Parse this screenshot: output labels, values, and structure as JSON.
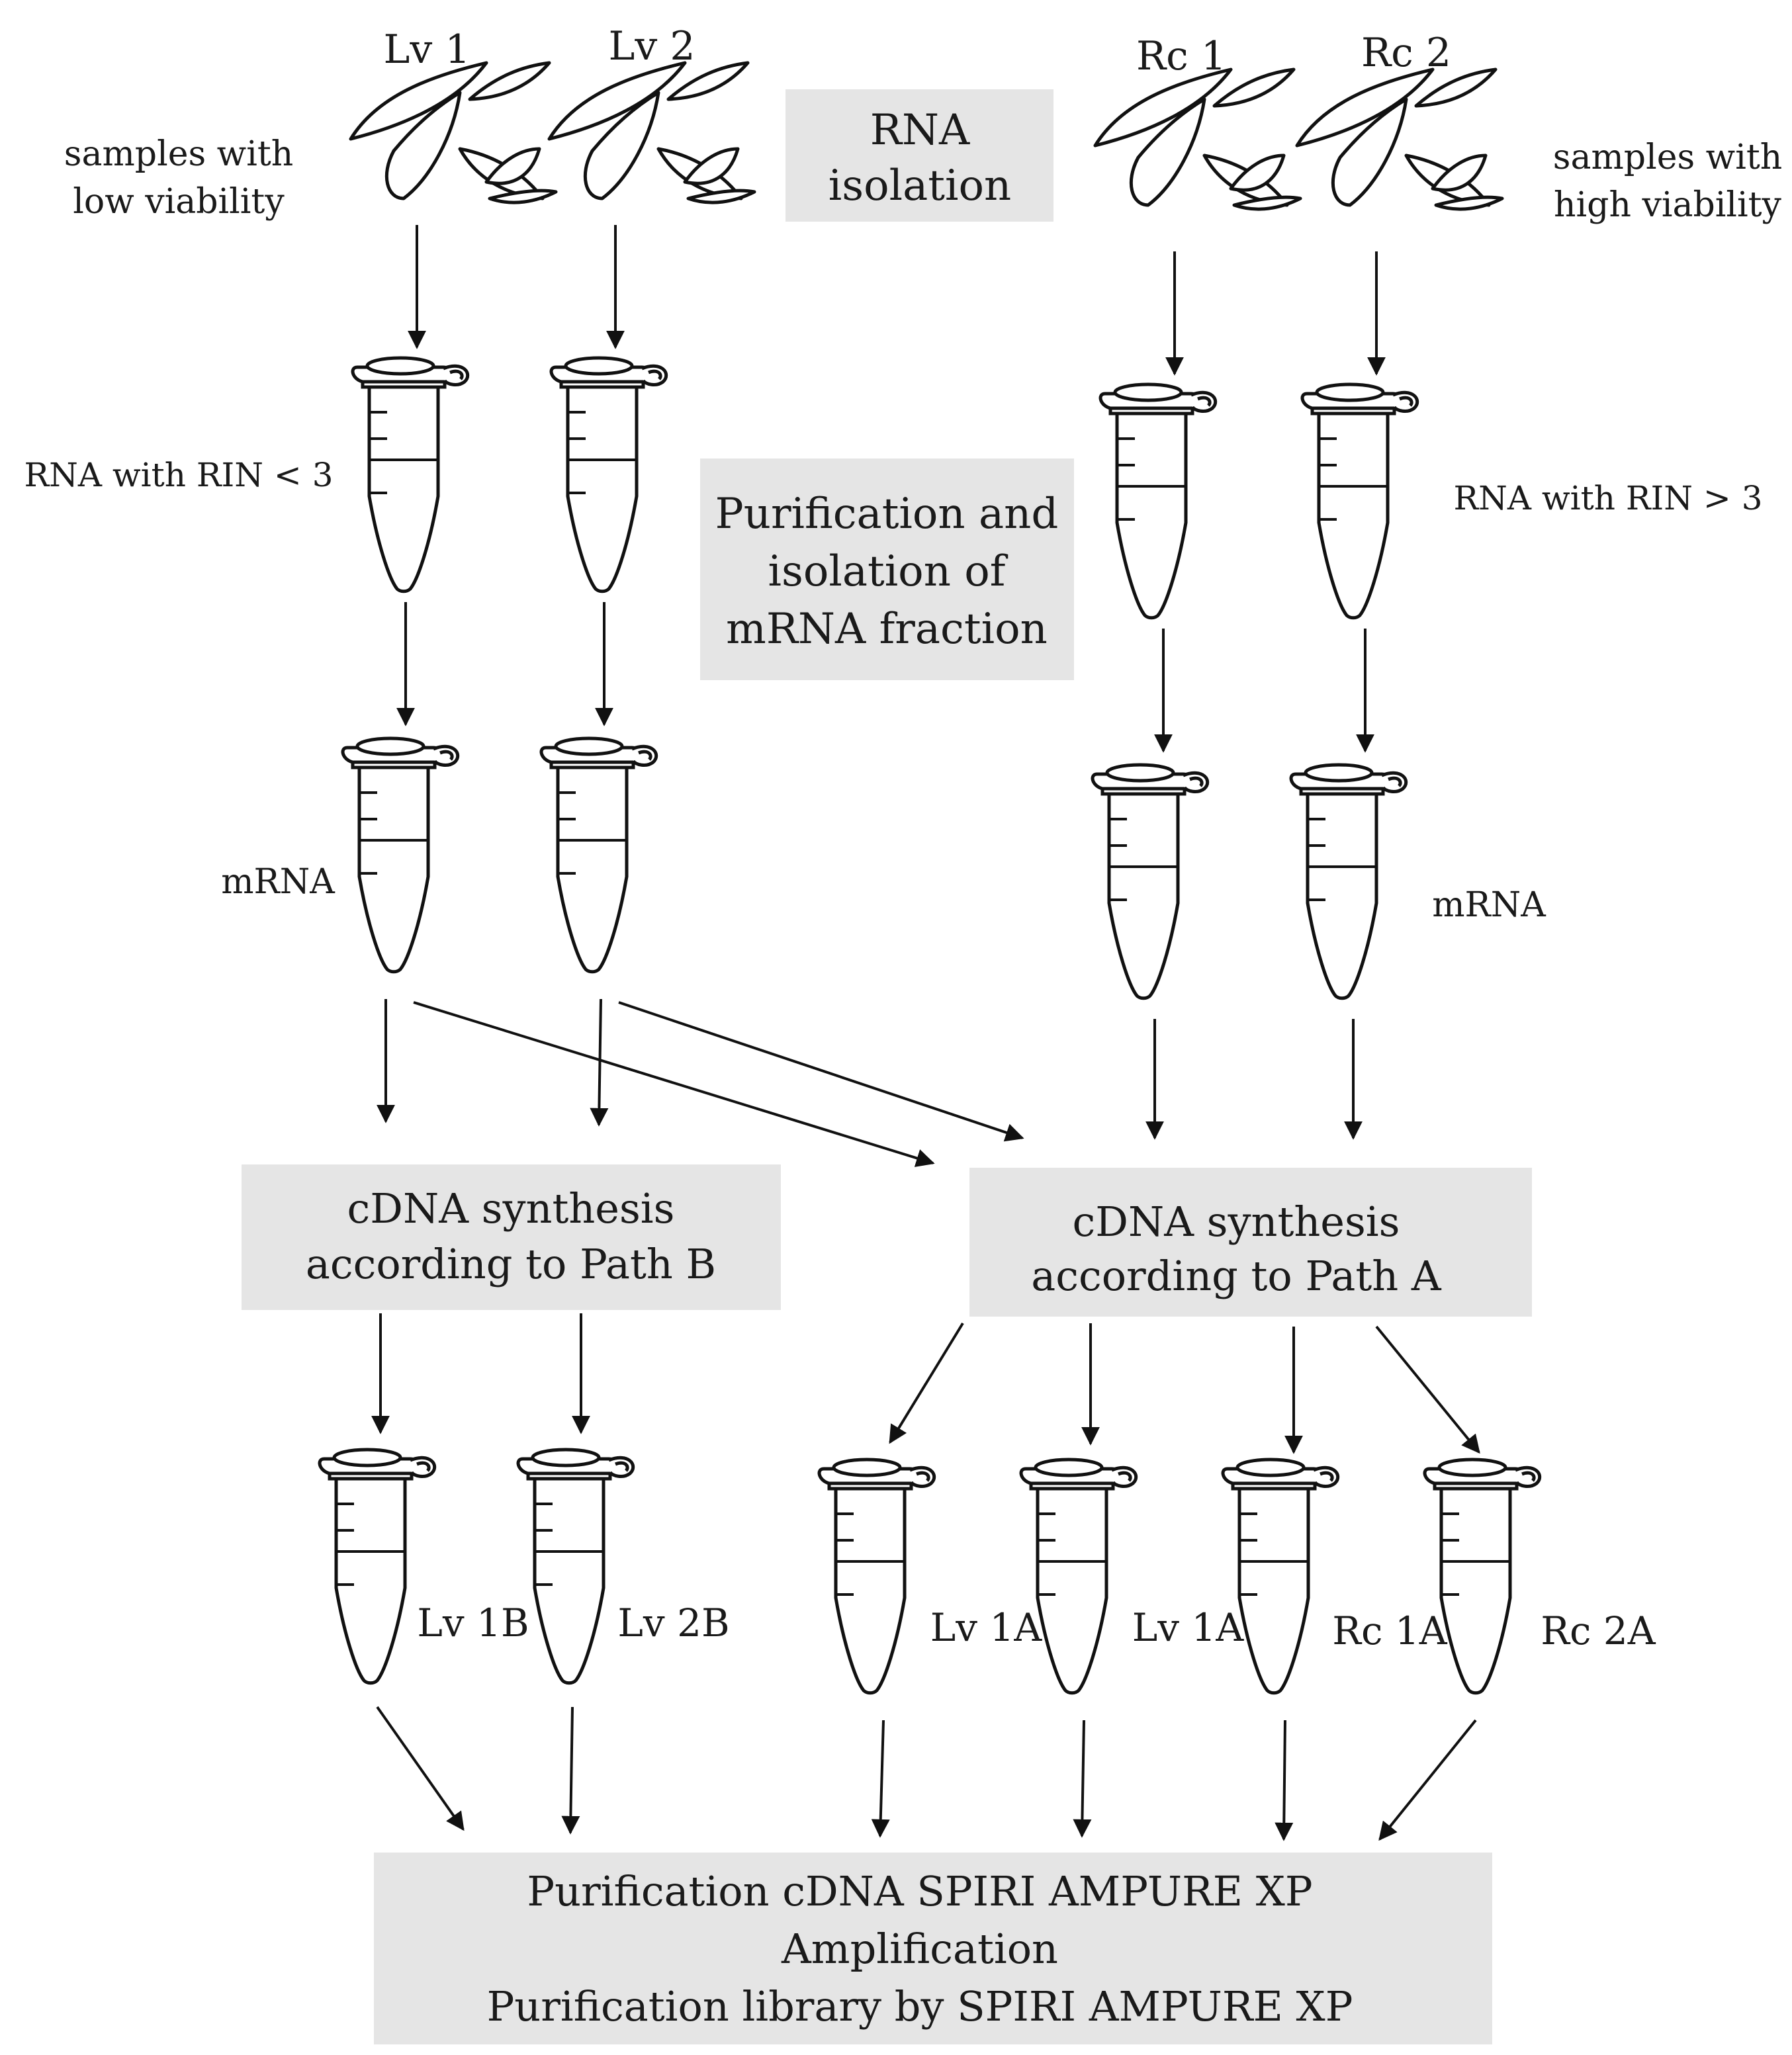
{
  "samples": {
    "low_viability_line1": "samples with",
    "low_viability_line2": "low viability",
    "high_viability_line1": "samples with",
    "high_viability_line2": "high viability",
    "names": [
      "Lv 1",
      "Lv 2",
      "Rc 1",
      "Rc 2"
    ]
  },
  "steps": {
    "rna_isolation": [
      "RNA",
      "isolation"
    ],
    "purification": [
      "Purification and",
      "isolation of",
      "mRNA fraction"
    ],
    "path_b": [
      "cDNA synthesis",
      "according to Path B"
    ],
    "path_a": [
      "cDNA synthesis",
      "according to Path A"
    ],
    "final": [
      "Purification cDNA SPIRI AMPURE XP",
      "Amplification",
      "Purification library by SPIRI AMPURE XP"
    ]
  },
  "labels": {
    "rin_low": "RNA with RIN < 3",
    "rin_high": "RNA with RIN > 3",
    "mrna_left": "mRNA",
    "mrna_right": "mRNA"
  },
  "products": [
    "Lv 1B",
    "Lv 2B",
    "Lv 1A",
    "Lv 1A",
    "Rc 1A",
    "Rc 2A"
  ],
  "colors": {
    "box_fill": "#e5e5e5",
    "liquid": "#a9a9a9",
    "stroke": "#111111"
  },
  "icons": [
    "seed-icon",
    "microtube-icon",
    "arrow-icon"
  ]
}
